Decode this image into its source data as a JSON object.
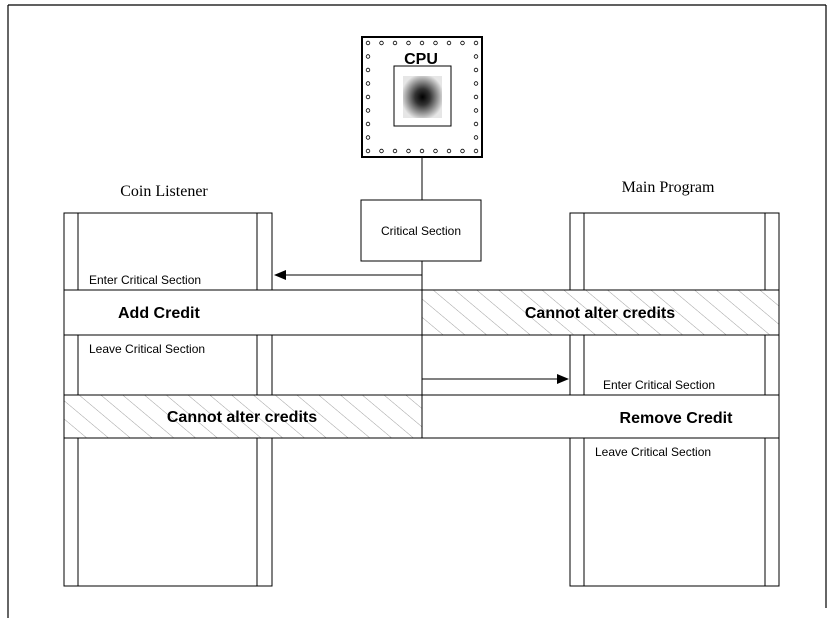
{
  "cpu": {
    "label": "CPU"
  },
  "critical_section": {
    "label": "Critical Section"
  },
  "coin_listener": {
    "title": "Coin Listener",
    "enter_label": "Enter Critical Section",
    "action_label": "Add Credit",
    "leave_label": "Leave Critical Section",
    "blocked_label": "Cannot alter credits"
  },
  "main_program": {
    "title": "Main Program",
    "blocked_label": "Cannot alter credits",
    "enter_label": "Enter Critical Section",
    "action_label": "Remove Credit",
    "leave_label": "Leave Critical Section"
  },
  "colors": {
    "line": "#000000",
    "hatch": "#777777",
    "background": "#ffffff"
  }
}
